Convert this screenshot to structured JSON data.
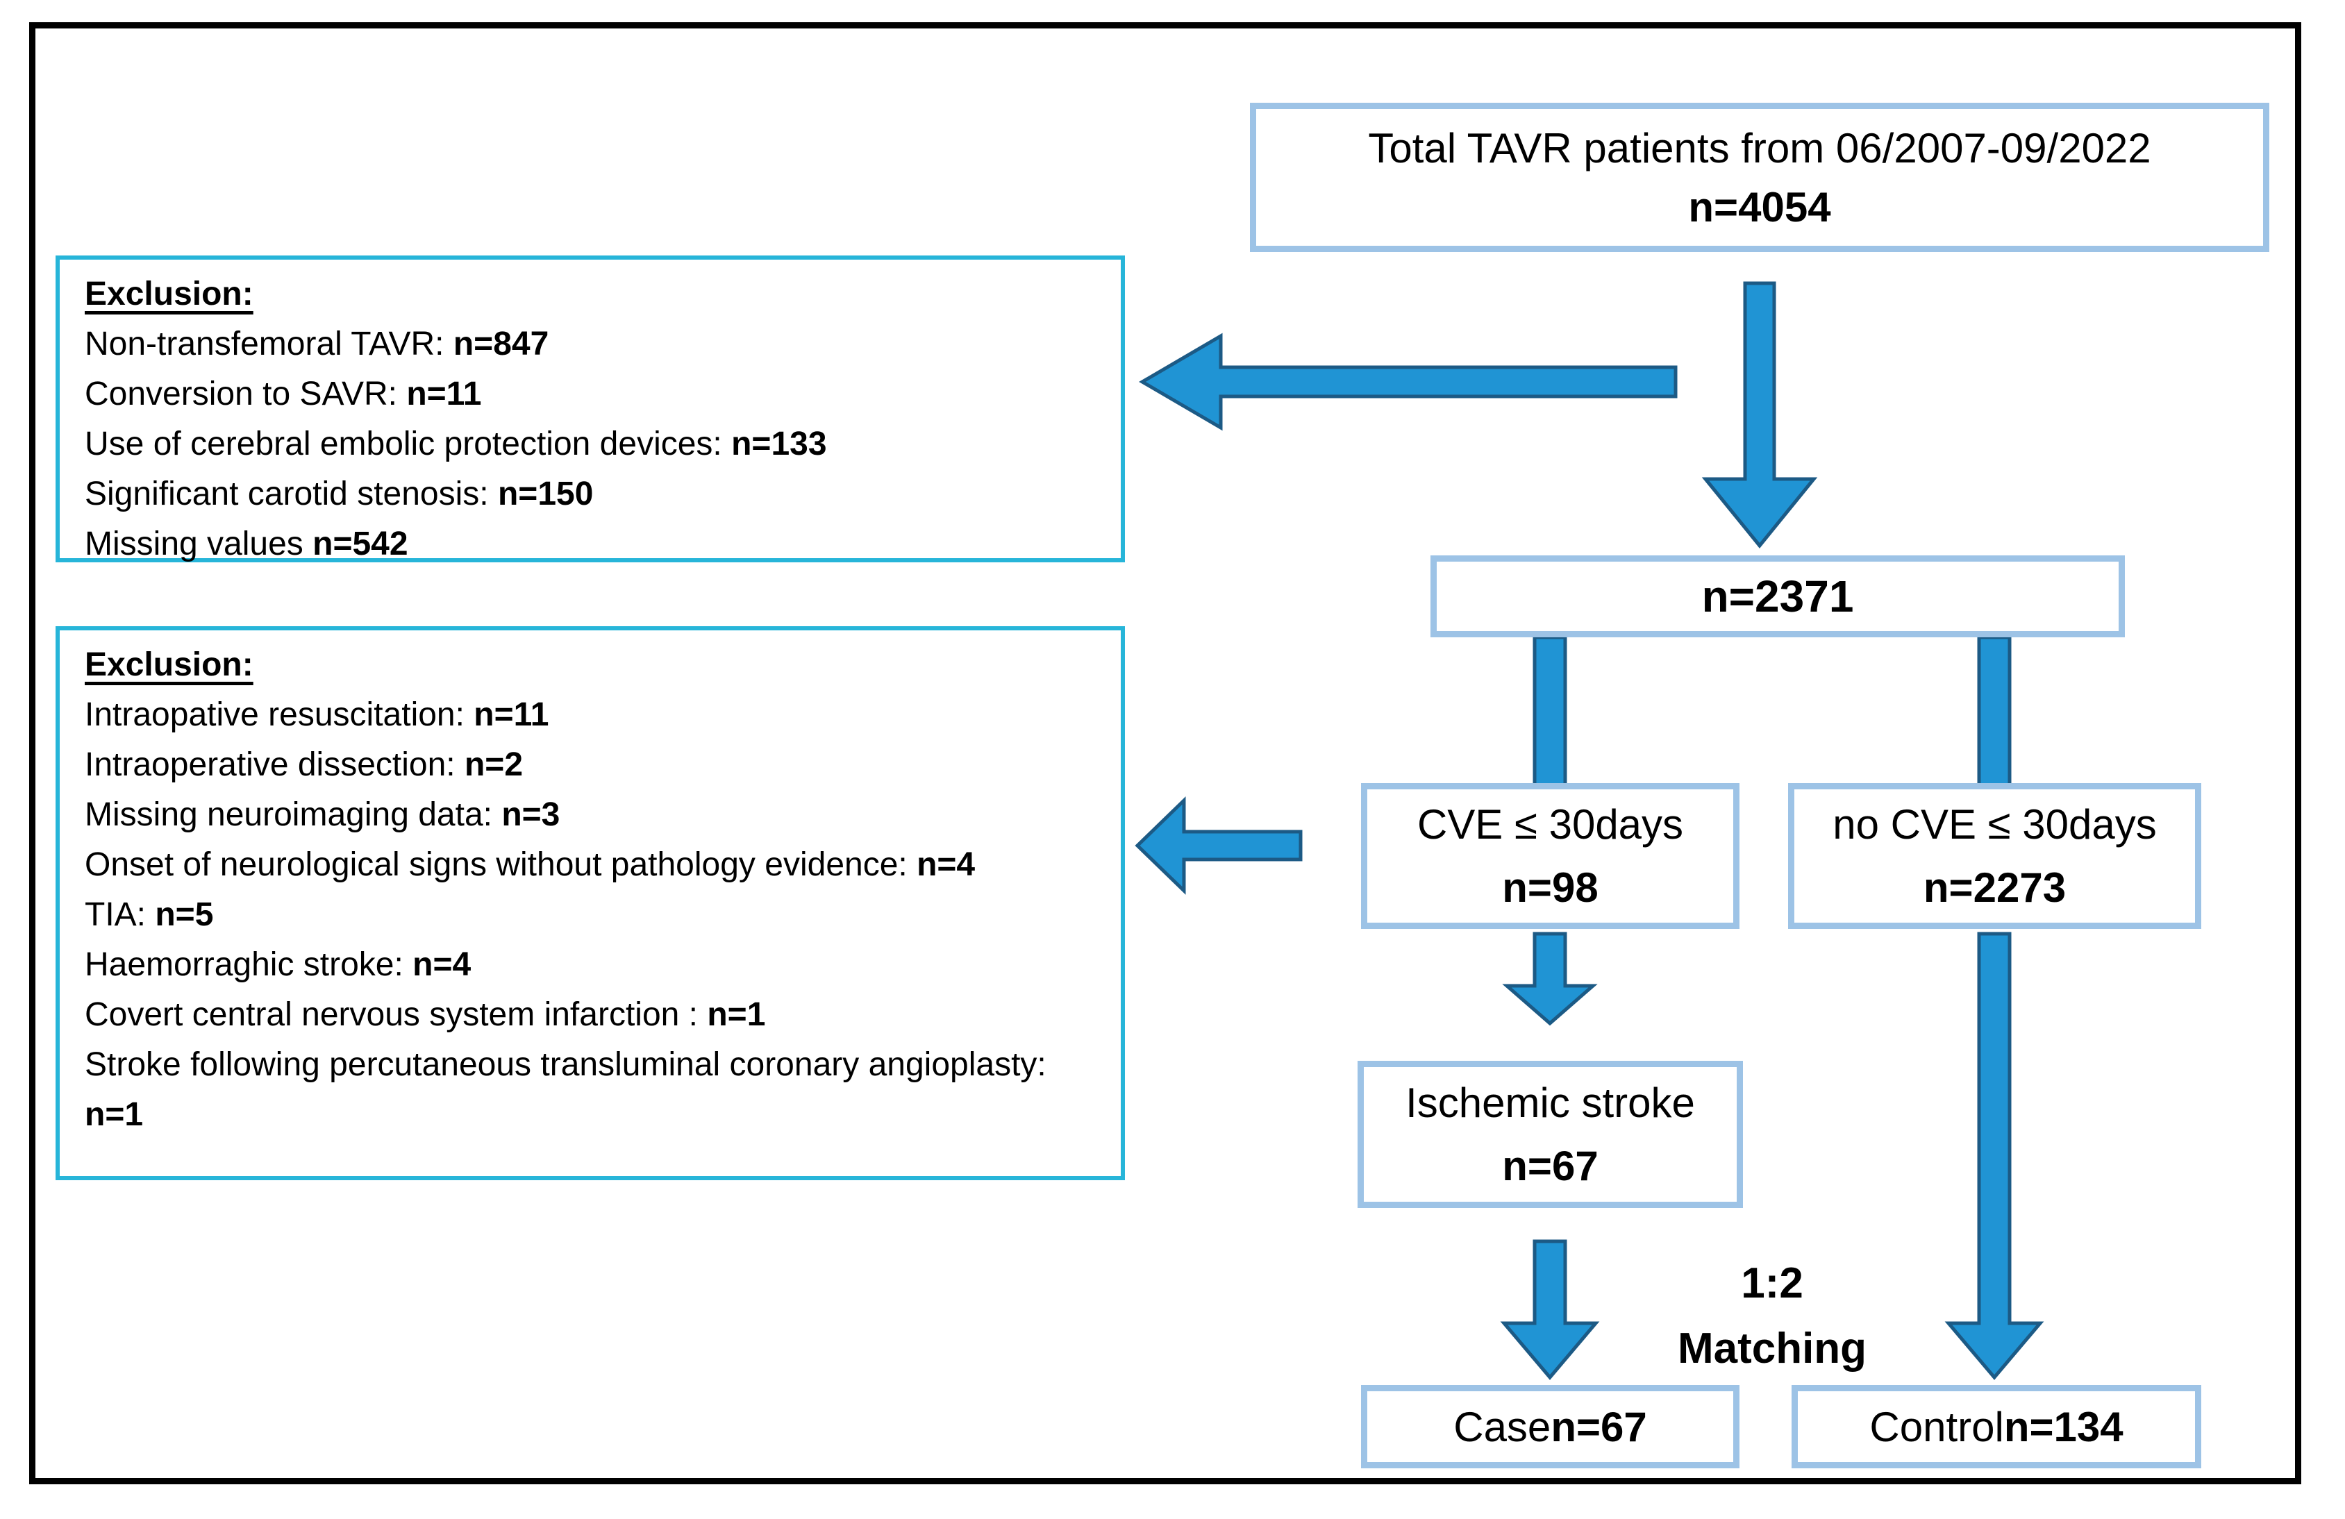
{
  "colors": {
    "flow_box_border": "#9DC3E6",
    "exclusion_box_border": "#27B5D9",
    "arrow_fill": "#2094D4",
    "arrow_outline": "#1C5A85",
    "outer_border": "#000000",
    "text": "#000000",
    "background": "#FFFFFF"
  },
  "flow": {
    "total": {
      "line1": "Total TAVR patients from 06/2007-09/2022",
      "value": "n=4054"
    },
    "pool": {
      "value": "n=2371"
    },
    "cve": {
      "line1": "CVE ≤ 30days",
      "value": "n=98"
    },
    "no_cve": {
      "line1": "no CVE ≤ 30days",
      "value": "n=2273"
    },
    "ischemic": {
      "line1": "Ischemic stroke",
      "value": "n=67"
    },
    "matching": {
      "line1": "1:2",
      "line2": "Matching"
    },
    "case": {
      "label": "Case ",
      "value": "n=67"
    },
    "control": {
      "label": "Control ",
      "value": "n=134"
    }
  },
  "exclusion1": {
    "heading": "Exclusion:",
    "items": [
      {
        "label": "Non-transfemoral TAVR: ",
        "value": "n=847"
      },
      {
        "label": "Conversion to SAVR: ",
        "value": "n=11"
      },
      {
        "label": "Use of cerebral embolic protection devices: ",
        "value": "n=133"
      },
      {
        "label": "Significant carotid stenosis: ",
        "value": "n=150"
      },
      {
        "label": "Missing values ",
        "value": "n=542"
      }
    ]
  },
  "exclusion2": {
    "heading": "Exclusion:",
    "items": [
      {
        "label": "Intraopative resuscitation: ",
        "value": "n=11"
      },
      {
        "label": "Intraoperative dissection: ",
        "value": "n=2"
      },
      {
        "label": "Missing neuroimaging data: ",
        "value": "n=3"
      },
      {
        "label": "Onset of neurological signs without pathology evidence: ",
        "value": "n=4"
      },
      {
        "label": "TIA: ",
        "value": "n=5"
      },
      {
        "label": "Haemorraghic stroke: ",
        "value": "n=4"
      },
      {
        "label": "Covert central nervous system infarction : ",
        "value": "n=1"
      },
      {
        "label": "Stroke following percutaneous transluminal coronary angioplasty: ",
        "value": "n=1"
      }
    ]
  },
  "arrows": [
    "down-arrow-total-to-pool",
    "left-arrow-to-exclusion-1",
    "connector-pool-to-cve",
    "connector-pool-to-no-cve",
    "left-arrow-to-exclusion-2",
    "down-arrow-cve-to-ischemic",
    "down-arrow-ischemic-to-case",
    "down-arrow-no-cve-to-control"
  ]
}
